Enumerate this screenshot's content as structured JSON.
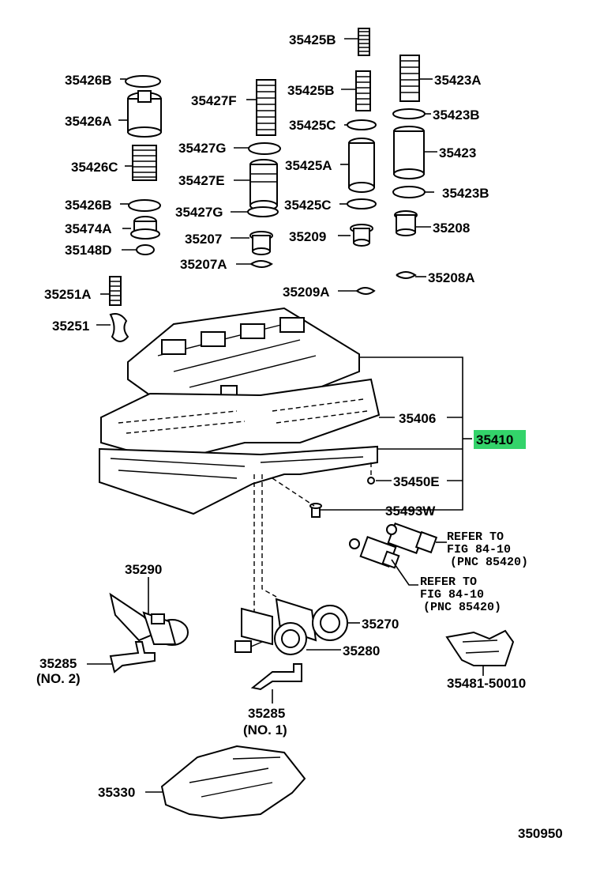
{
  "labels": {
    "p35425B_top": "35425B",
    "p35426B_top": "35426B",
    "p35423A": "35423A",
    "p35427F": "35427F",
    "p35425B_mid": "35425B",
    "p35423B_top": "35423B",
    "p35426A": "35426A",
    "p35425C_top": "35425C",
    "p35427G_top": "35427G",
    "p35423": "35423",
    "p35426C": "35426C",
    "p35425A": "35425A",
    "p35427E": "35427E",
    "p35423B_bot": "35423B",
    "p35426B_bot": "35426B",
    "p35427G_bot": "35427G",
    "p35425C_bot": "35425C",
    "p35208": "35208",
    "p35474A": "35474A",
    "p35207": "35207",
    "p35209": "35209",
    "p35148D": "35148D",
    "p35207A": "35207A",
    "p35208A": "35208A",
    "p35251A": "35251A",
    "p35209A": "35209A",
    "p35251": "35251",
    "p35406": "35406",
    "p35410": "35410",
    "p35450E": "35450E",
    "p35493W": "35493W",
    "p35290": "35290",
    "p35270": "35270",
    "p35280": "35280",
    "p35285_no2": "35285",
    "p35285_no2_sub": "(NO. 2)",
    "p35481": "35481-50010",
    "p35285_no1": "35285",
    "p35285_no1_sub": "(NO. 1)",
    "p35330": "35330",
    "diagram_code": "350950"
  },
  "refer_notes": [
    {
      "line1": "REFER TO",
      "line2": "FIG 84-10",
      "line3": "(PNC 85420)"
    },
    {
      "line1": "REFER TO",
      "line2": "FIG 84-10",
      "line3": "(PNC 85420)"
    }
  ],
  "colors": {
    "highlight": "#33d36a",
    "ink": "#000000"
  }
}
